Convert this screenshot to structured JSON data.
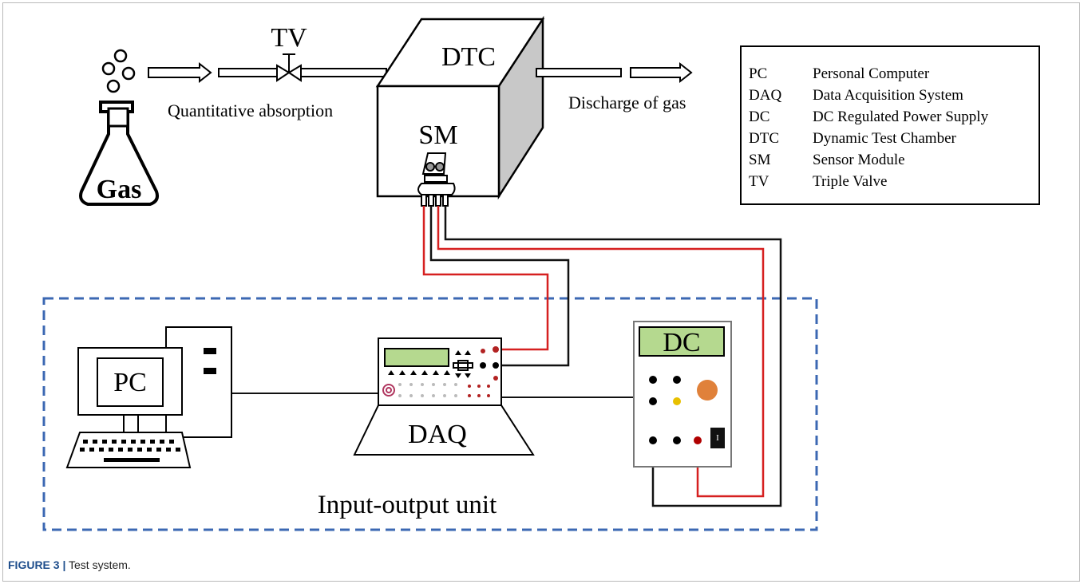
{
  "diagram": {
    "labels": {
      "tv": "TV",
      "dtc": "DTC",
      "sm": "SM",
      "gas": "Gas",
      "pc": "PC",
      "daq": "DAQ",
      "dc": "DC",
      "intake": "Quantitative absorption",
      "discharge": "Discharge of gas",
      "unit": "Input-output unit",
      "dc_switch": "I"
    },
    "legend": [
      {
        "abbr": "PC",
        "desc": "Personal  Computer"
      },
      {
        "abbr": "DAQ",
        "desc": "Data Acquisition System"
      },
      {
        "abbr": "DC",
        "desc": "DC Regulated Power Supply"
      },
      {
        "abbr": "DTC",
        "desc": "Dynamic  Test Chamber"
      },
      {
        "abbr": "SM",
        "desc": "Sensor Module"
      },
      {
        "abbr": "TV",
        "desc": "Triple Valve"
      }
    ],
    "colors": {
      "wire_red": "#d62020",
      "wire_black": "#111111",
      "dashed_border": "#3c68b3",
      "chamber_side": "#c8c8c8",
      "lcd": "#b5d98f",
      "knob": "#e0813a",
      "caption_label": "#1f4e8c"
    }
  },
  "caption": {
    "label": "FIGURE 3 |",
    "text": " Test system."
  }
}
